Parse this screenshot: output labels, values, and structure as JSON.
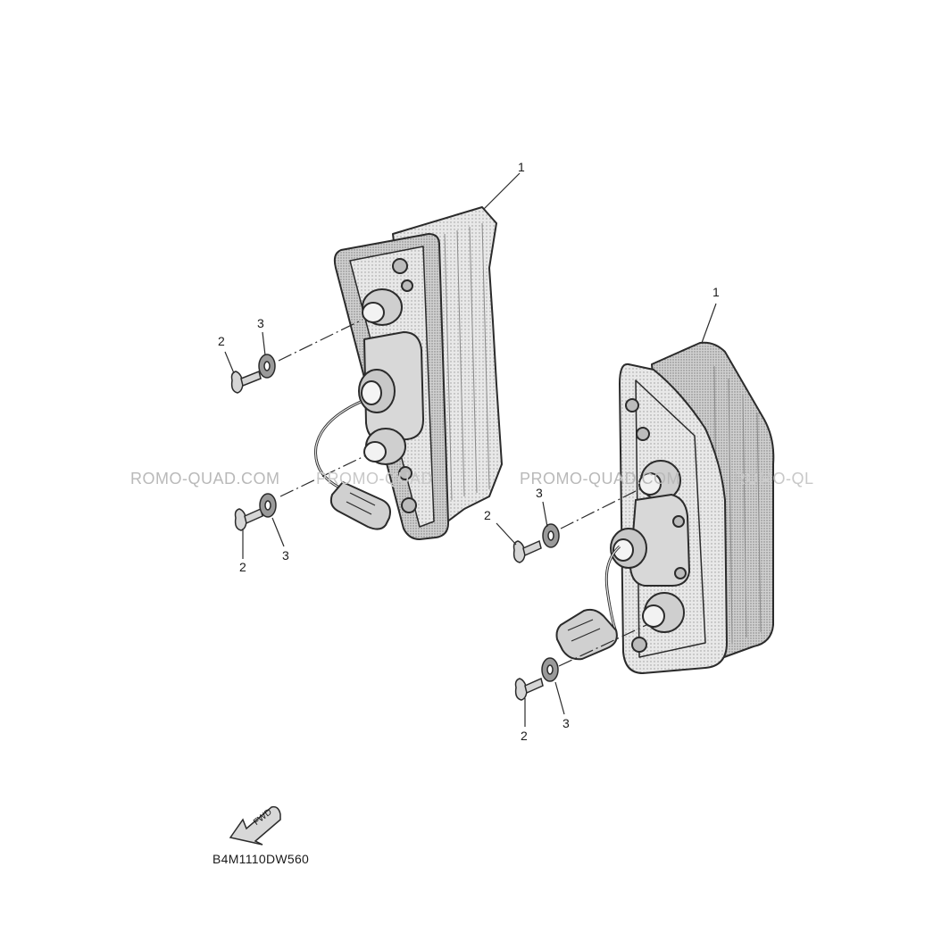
{
  "diagram": {
    "code": "B4M1110DW560",
    "fwd_label": "FWD",
    "watermark_left": "ROMO-QUAD.COM",
    "watermark_mid": "PROMO-QUAD",
    "watermark_right": "PROMO-QUAD.COM",
    "watermark_far_right": "ROMO-QL",
    "callouts": {
      "left_lamp": "1",
      "right_lamp": "1",
      "left_screw_upper": "2",
      "left_washer_upper": "3",
      "left_screw_lower": "2",
      "left_washer_lower": "3",
      "right_screw_upper": "2",
      "right_washer_upper": "3",
      "right_screw_lower": "2",
      "right_washer_lower": "3"
    }
  },
  "colors": {
    "line": "#2b2b2b",
    "body_fill": "#e6e6e6",
    "lens_fill": "#d2d2d2",
    "watermark": "#b9b9b9"
  }
}
